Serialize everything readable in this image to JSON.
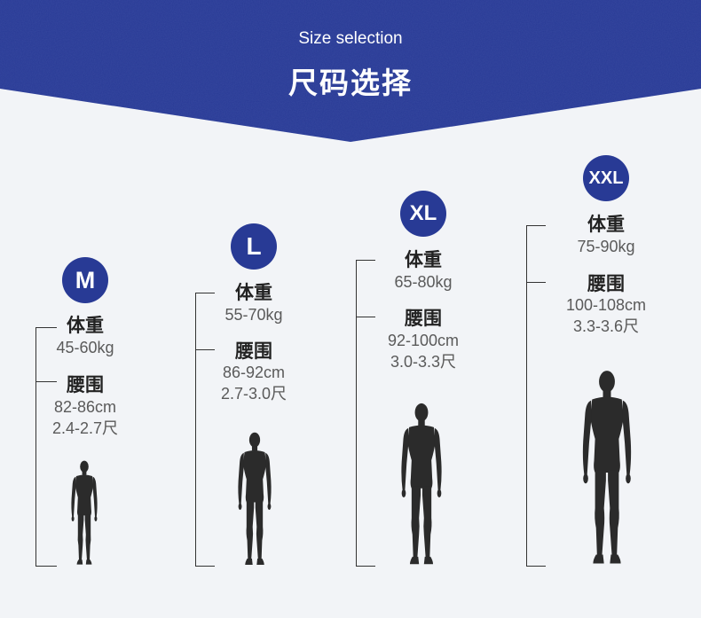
{
  "header": {
    "title_en": "Size selection",
    "title_cn": "尺码选择"
  },
  "colors": {
    "banner": "#283a95",
    "badge": "#283a95",
    "figure": "#2b2b2b",
    "background": "#f2f4f7"
  },
  "sizes": [
    {
      "size": "M",
      "weight_label": "体重",
      "weight": "45-60kg",
      "waist_label": "腰围",
      "waist_cm": "82-86cm",
      "waist_chi": "2.4-2.7尺"
    },
    {
      "size": "L",
      "weight_label": "体重",
      "weight": "55-70kg",
      "waist_label": "腰围",
      "waist_cm": "86-92cm",
      "waist_chi": "2.7-3.0尺"
    },
    {
      "size": "XL",
      "weight_label": "体重",
      "weight": "65-80kg",
      "waist_label": "腰围",
      "waist_cm": "92-100cm",
      "waist_chi": "3.0-3.3尺"
    },
    {
      "size": "XXL",
      "weight_label": "体重",
      "weight": "75-90kg",
      "waist_label": "腰围",
      "waist_cm": "100-108cm",
      "waist_chi": "3.3-3.6尺"
    }
  ],
  "icons": {
    "figure": "human-silhouette-icon"
  }
}
